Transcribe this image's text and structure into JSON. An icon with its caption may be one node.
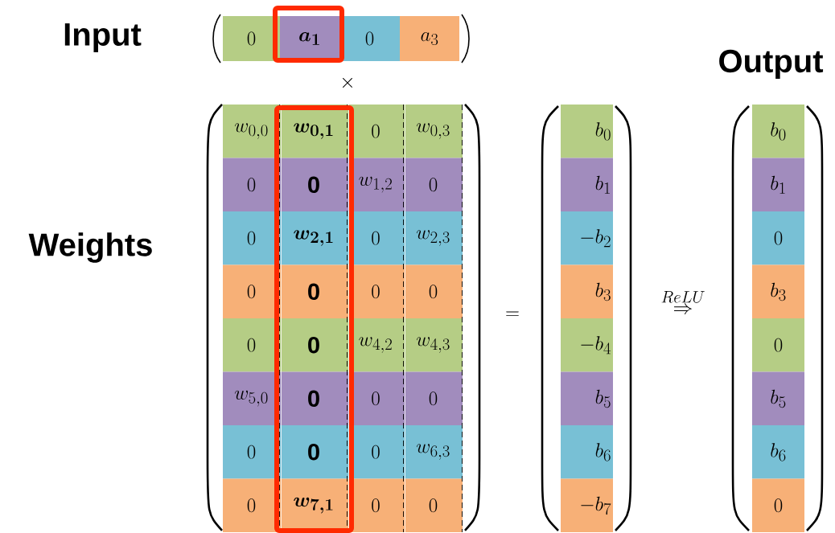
{
  "diagram": {
    "nodes": [
      {
        "text": [
          "0"
        ]
      },
      {
        "text": [
          "\\boldsymbol{a_1}"
        ]
      },
      {
        "text": [
          "0"
        ]
      },
      {
        "text": [
          "a_3"
        ]
      },
      {
        "text": [
          "w_{0,0}"
        ]
      },
      {
        "text": [
          "\\boldsymbol{w_{0,1}}"
        ]
      },
      {
        "text": [
          "0"
        ]
      },
      {
        "text": [
          "w_{0,3}"
        ]
      },
      {
        "text": [
          "0"
        ]
      },
      {
        "text": [
          "\\mathbf{0}"
        ]
      },
      {
        "text": [
          "w_{1,2}"
        ]
      },
      {
        "text": [
          "0"
        ]
      },
      {
        "text": [
          "0"
        ]
      },
      {
        "text": [
          "\\boldsymbol{w_{2,1}}"
        ]
      },
      {
        "text": [
          "0"
        ]
      },
      {
        "text": [
          "w_{2,3}"
        ]
      },
      {
        "text": [
          "0"
        ]
      },
      {
        "text": [
          "\\mathbf{0}"
        ]
      },
      {
        "text": [
          "0"
        ]
      },
      {
        "text": [
          "0"
        ]
      },
      {
        "text": [
          "0"
        ]
      },
      {
        "text": [
          "\\mathbf{0}"
        ]
      },
      {
        "text": [
          "w_{4,2}"
        ]
      },
      {
        "text": [
          "w_{4,3}"
        ]
      },
      {
        "text": [
          "w_{5,0}"
        ]
      },
      {
        "text": [
          "\\mathbf{0}"
        ]
      },
      {
        "text": [
          "0"
        ]
      },
      {
        "text": [
          "0"
        ]
      },
      {
        "text": [
          "0"
        ]
      },
      {
        "text": [
          "\\mathbf{0}"
        ]
      },
      {
        "text": [
          "0"
        ]
      },
      {
        "text": [
          "w_{6,3}"
        ]
      },
      {
        "text": [
          "0"
        ]
      },
      {
        "text": [
          "\\boldsymbol{w_{7,1}}"
        ]
      },
      {
        "text": [
          "0"
        ]
      },
      {
        "text": [
          "0"
        ]
      },
      {
        "text": [
          "b_0"
        ]
      },
      {
        "text": [
          "b_1"
        ]
      },
      {
        "text": [
          "-b_2"
        ]
      },
      {
        "text": [
          "b_3"
        ]
      },
      {
        "text": [
          "-b_4"
        ]
      },
      {
        "text": [
          "b_5"
        ]
      },
      {
        "text": [
          "b_6"
        ]
      },
      {
        "text": [
          "-b_7"
        ]
      },
      {
        "text": [
          "b_0"
        ]
      },
      {
        "text": [
          "b_1"
        ]
      },
      {
        "text": [
          "0"
        ]
      },
      {
        "text": [
          "b_3"
        ]
      },
      {
        "text": [
          "0"
        ]
      },
      {
        "text": [
          "b_5"
        ]
      },
      {
        "text": [
          "b_6"
        ]
      },
      {
        "text": [
          "0"
        ]
      }
    ],
    "labels": [
      "Input",
      "\\times",
      "Output",
      "Weights",
      "\\stackrel{ReLU}{\\Rightarrow}",
      "="
    ]
  }
}
